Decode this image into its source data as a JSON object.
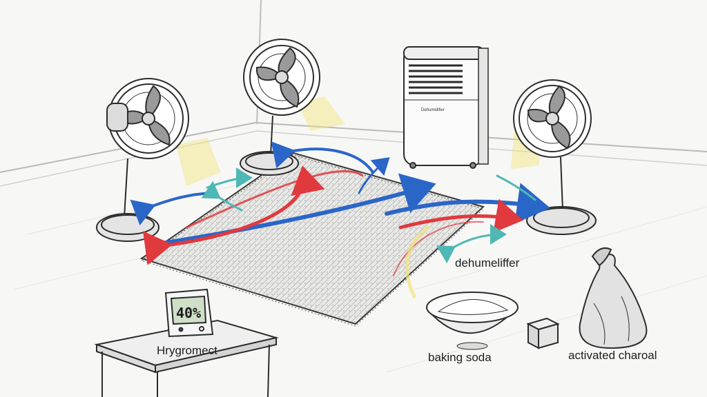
{
  "hygrometer": {
    "reading": "40%",
    "label": "Hrygromect"
  },
  "dehumidifier": {
    "badge": "Dehumidifier",
    "label": "dehumeliffer"
  },
  "baking_soda": {
    "label": "baking soda"
  },
  "charcoal": {
    "label": "activated charoal"
  },
  "colors": {
    "cool_air": "#2a66c8",
    "warm_air": "#e0393e",
    "teal_air": "#4fb8b4",
    "light": "#f2e27a",
    "ink": "#2b2b2b"
  }
}
